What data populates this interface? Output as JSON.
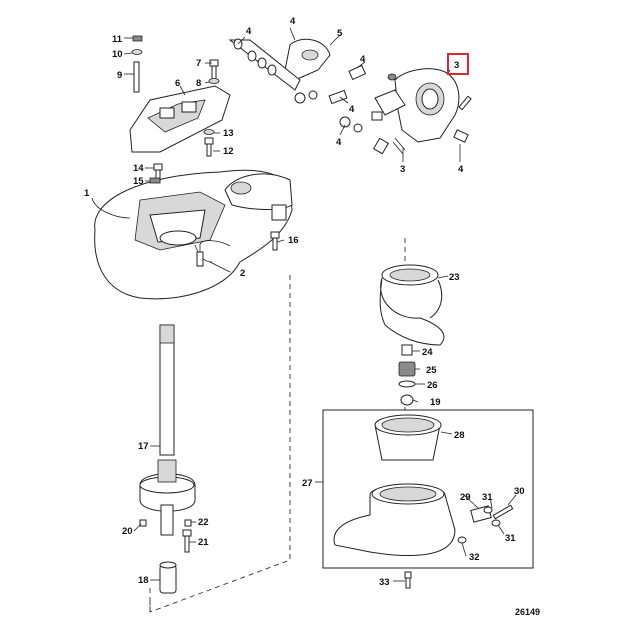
{
  "diagram": {
    "figure_number": "26149",
    "highlighted_callout": "3",
    "highlight_color": "#e0262b",
    "callouts": {
      "c1": "1",
      "c2": "2",
      "c3a": "3",
      "c3b": "3",
      "c4a": "4",
      "c4b": "4",
      "c4c": "4",
      "c4d": "4",
      "c4e": "4",
      "c4f": "4",
      "c5": "5",
      "c6": "6",
      "c7": "7",
      "c8": "8",
      "c9": "9",
      "c10": "10",
      "c11": "11",
      "c12": "12",
      "c13": "13",
      "c14": "14",
      "c15": "15",
      "c16": "16",
      "c17": "17",
      "c18": "18",
      "c19": "19",
      "c20": "20",
      "c21": "21",
      "c22": "22",
      "c23": "23",
      "c24": "24",
      "c25": "25",
      "c26": "26",
      "c27": "27",
      "c28": "28",
      "c29": "29",
      "c30": "30",
      "c31a": "31",
      "c31b": "31",
      "c32": "32",
      "c33": "33"
    }
  }
}
